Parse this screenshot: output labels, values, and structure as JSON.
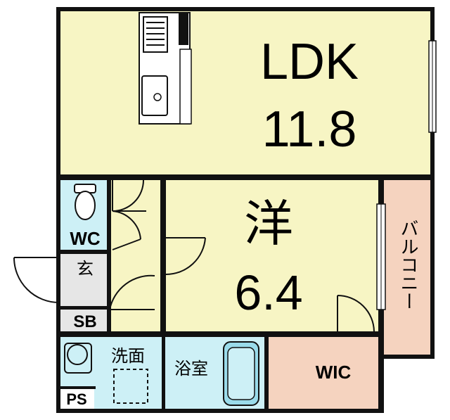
{
  "rooms": {
    "ldk": {
      "name": "LDK",
      "size": "11.8"
    },
    "western": {
      "name": "洋",
      "size": "6.4"
    },
    "balcony": {
      "name": "バルコニー"
    },
    "wc": {
      "name": "WC"
    },
    "entrance": {
      "name": "玄"
    },
    "shoe_box": {
      "name": "SB"
    },
    "washroom": {
      "name": "洗面"
    },
    "bathroom": {
      "name": "浴室"
    },
    "walk_in_closet": {
      "name": "WIC"
    },
    "pipe_space": {
      "name": "PS"
    }
  },
  "colors": {
    "ldk": "#f7f5c4",
    "western": "#f7f5c4",
    "hall": "#f7f5c4",
    "wet_area": "#cdf0f6",
    "closet": "#f5d3bf",
    "balcony": "#f5d3bf",
    "entrance": "#e6e6e6",
    "wall": "#111111"
  }
}
